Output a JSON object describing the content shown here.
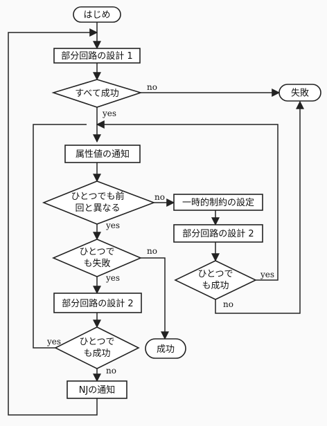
{
  "nodes": {
    "start": "はじめ",
    "design1": "部分回路の設計 1",
    "all_success": "すべて成功",
    "fail": "失敗",
    "notify_attr": "属性値の通知",
    "diff_prev_1": "ひとつでも前",
    "diff_prev_2": "回と異なる",
    "any_fail_1": "ひとつで",
    "any_fail_2": "も失敗",
    "design2_left": "部分回路の設計 2",
    "any_success_left_1": "ひとつで",
    "any_success_left_2": "も成功",
    "notify_nj": "NJの通知",
    "success": "成功",
    "temp_constraint": "一時的制約の設定",
    "design2_right": "部分回路の設計 2",
    "any_success_right_1": "ひとつで",
    "any_success_right_2": "も成功"
  },
  "edges": {
    "all_success_no": "no",
    "all_success_yes": "yes",
    "diff_prev_no": "no",
    "diff_prev_yes": "yes",
    "any_fail_no": "no",
    "any_fail_yes": "yes",
    "any_success_left_yes": "yes",
    "any_success_left_no": "no",
    "any_success_right_yes": "yes",
    "any_success_right_no": "no"
  }
}
